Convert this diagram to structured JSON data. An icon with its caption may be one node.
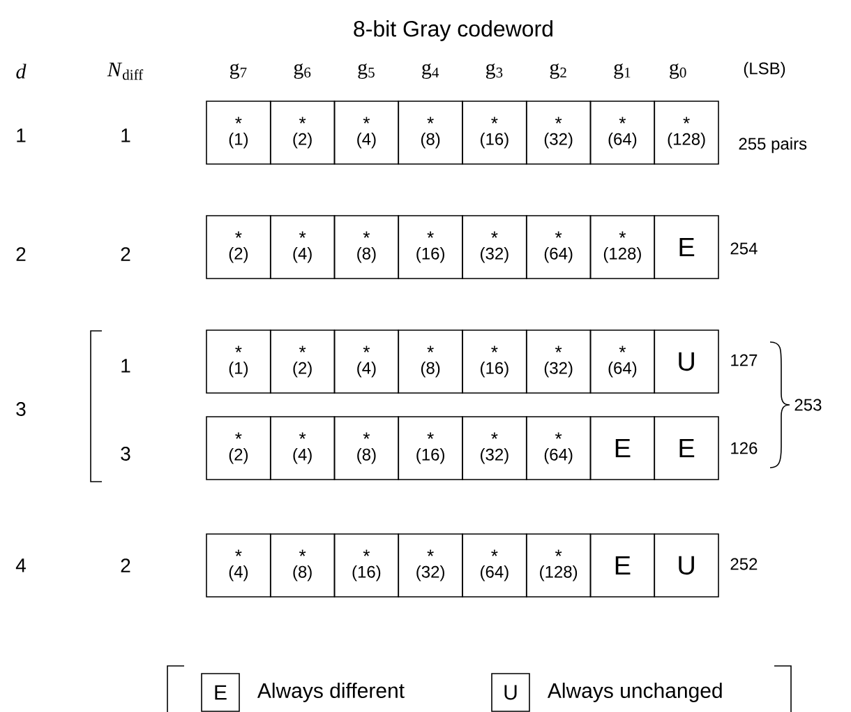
{
  "diagram": {
    "title": "8-bit Gray codeword",
    "nodes": [
      {
        "text": [
          "*",
          "(1)"
        ]
      },
      {
        "text": [
          "*",
          "(2)"
        ]
      },
      {
        "text": [
          "*",
          "(4)"
        ]
      },
      {
        "text": [
          "*",
          "(8)"
        ]
      },
      {
        "text": [
          "*",
          "(16)"
        ]
      },
      {
        "text": [
          "*",
          "(32)"
        ]
      },
      {
        "text": [
          "*",
          "(64)"
        ]
      },
      {
        "text": [
          "*",
          "(128)"
        ]
      },
      {
        "text": [
          "*",
          "(2)"
        ]
      },
      {
        "text": [
          "*",
          "(4)"
        ]
      },
      {
        "text": [
          "*",
          "(8)"
        ]
      },
      {
        "text": [
          "*",
          "(16)"
        ]
      },
      {
        "text": [
          "*",
          "(32)"
        ]
      },
      {
        "text": [
          "*",
          "(64)"
        ]
      },
      {
        "text": [
          "*",
          "(128)"
        ]
      },
      {
        "text": [
          "E"
        ]
      },
      {
        "text": [
          "*",
          "(1)"
        ]
      },
      {
        "text": [
          "*",
          "(2)"
        ]
      },
      {
        "text": [
          "*",
          "(4)"
        ]
      },
      {
        "text": [
          "*",
          "(8)"
        ]
      },
      {
        "text": [
          "*",
          "(16)"
        ]
      },
      {
        "text": [
          "*",
          "(32)"
        ]
      },
      {
        "text": [
          "*",
          "(64)"
        ]
      },
      {
        "text": [
          "U"
        ]
      },
      {
        "text": [
          "*",
          "(2)"
        ]
      },
      {
        "text": [
          "*",
          "(4)"
        ]
      },
      {
        "text": [
          "*",
          "(8)"
        ]
      },
      {
        "text": [
          "*",
          "(16)"
        ]
      },
      {
        "text": [
          "*",
          "(32)"
        ]
      },
      {
        "text": [
          "*",
          "(64)"
        ]
      },
      {
        "text": [
          "E"
        ]
      },
      {
        "text": [
          "E"
        ]
      },
      {
        "text": [
          "*",
          "(4)"
        ]
      },
      {
        "text": [
          "*",
          "(8)"
        ]
      },
      {
        "text": [
          "*",
          "(16)"
        ]
      },
      {
        "text": [
          "*",
          "(32)"
        ]
      },
      {
        "text": [
          "*",
          "(64)"
        ]
      },
      {
        "text": [
          "*",
          "(128)"
        ]
      },
      {
        "text": [
          "E"
        ]
      },
      {
        "text": [
          "U"
        ]
      },
      {
        "text": [
          "E"
        ],
        "beside": [
          "Always different"
        ]
      },
      {
        "text": [
          "U"
        ],
        "beside": [
          "Always unchanged"
        ]
      }
    ],
    "labels": [
      "*d*",
      "*N*$_{diff}$",
      "g$_{7}$",
      "g$_{6}$",
      "g$_{5}$",
      "g$_{4}$",
      "g$_{3}$",
      "g$_{2}$",
      "g$_{1}$",
      "g$_{0}$",
      "(LSB)",
      "1",
      "1",
      "255 pairs",
      "2",
      "2",
      "254",
      "3",
      "1",
      "127",
      "3",
      "126",
      "253",
      "4",
      "2",
      "252"
    ]
  }
}
